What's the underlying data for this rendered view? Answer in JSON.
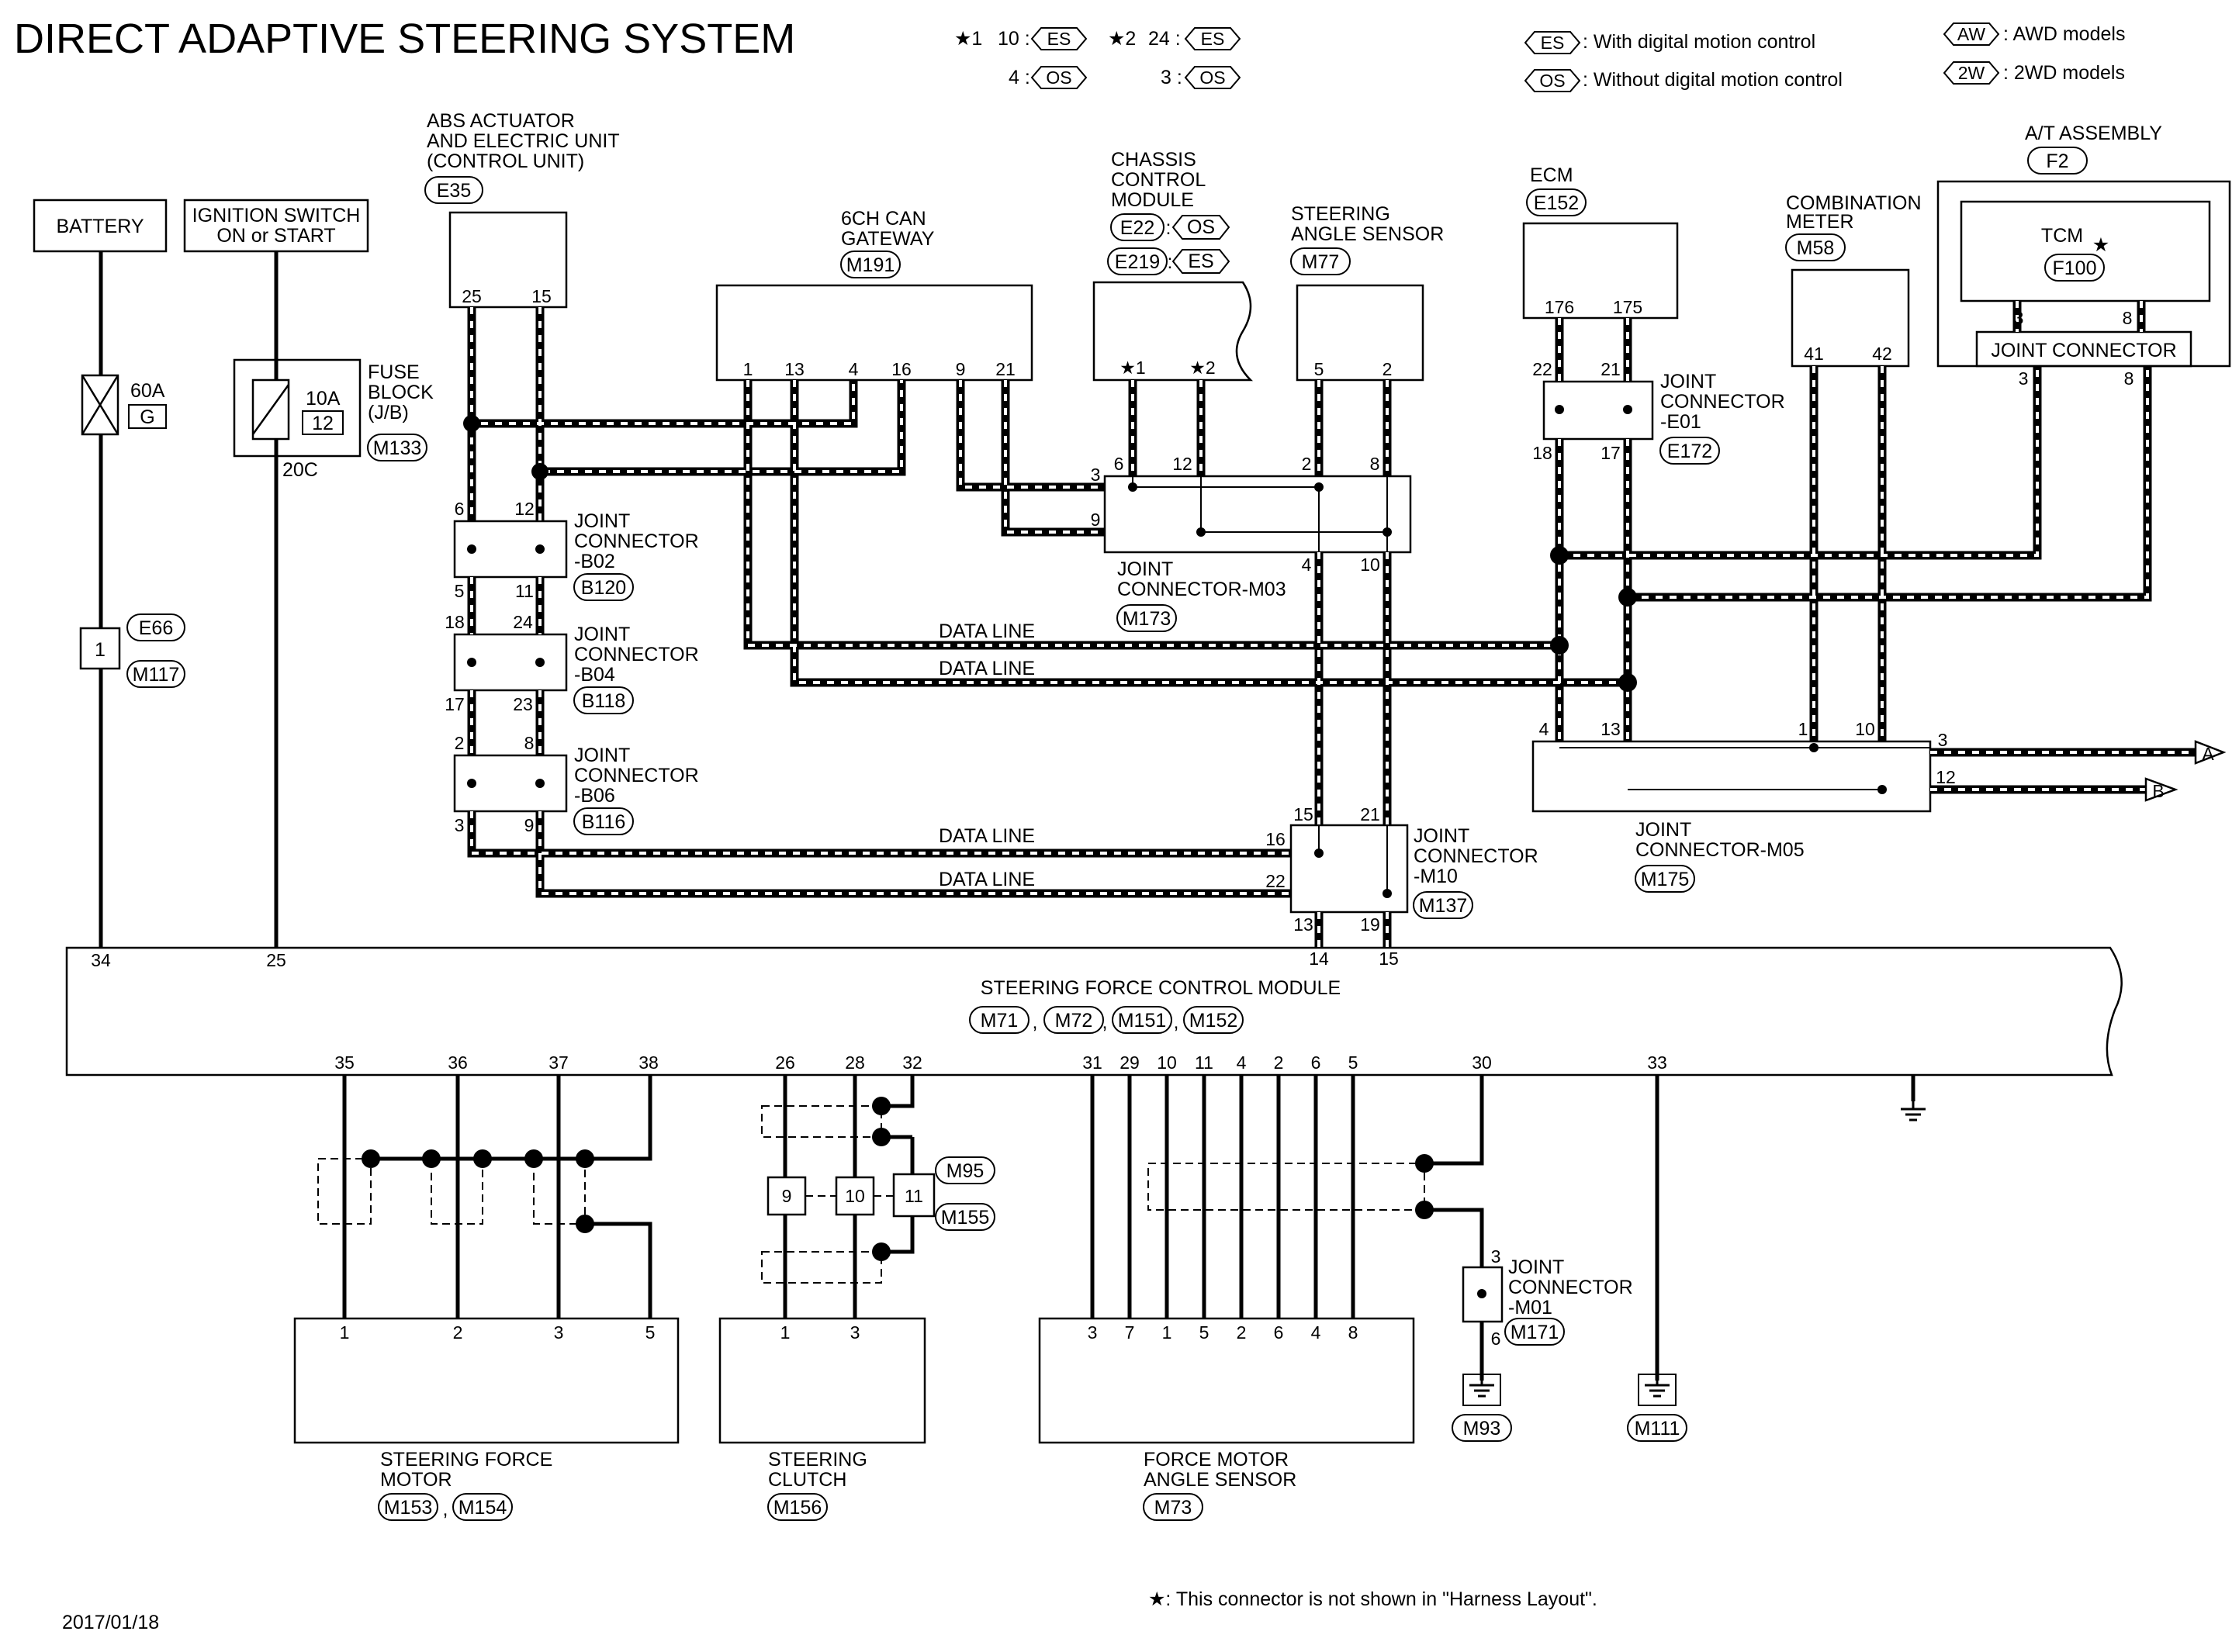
{
  "title": "DIRECT ADAPTIVE STEERING SYSTEM",
  "date": "2017/01/18",
  "footnote": "★: This connector is not shown in \"Harness Layout\".",
  "legend": {
    "star1": "★1",
    "star1_es": "10 :",
    "star1_os": "4 :",
    "star2": "★2",
    "star2_es": "24 :",
    "star2_os": "3 :",
    "es_text": ": With digital motion control",
    "os_text": ": Without digital motion control",
    "aw_text": ": AWD models",
    "w2_text": ": 2WD models",
    "es": "ES",
    "os": "OS",
    "aw": "AW",
    "w2": "2W"
  },
  "components": {
    "battery": "BATTERY",
    "ign_1": "IGNITION SWITCH",
    "ign_2": "ON or START",
    "fuse60": "60A",
    "fuse60_g": "G",
    "fuseblock_1": "FUSE",
    "fuseblock_2": "BLOCK",
    "fuseblock_3": "(J/B)",
    "fuse10": "10A",
    "fuse10_no": "12",
    "fuse_20c": "20C",
    "m133": "M133",
    "e66": "E66",
    "m117": "M117",
    "e66_pin": "1",
    "abs_1": "ABS ACTUATOR",
    "abs_2": "AND ELECTRIC UNIT",
    "abs_3": "(CONTROL UNIT)",
    "e35": "E35",
    "gw_1": "6CH CAN",
    "gw_2": "GATEWAY",
    "m191": "M191",
    "ccm_1": "CHASSIS",
    "ccm_2": "CONTROL",
    "ccm_3": "MODULE",
    "e22": "E22",
    "e219": "E219",
    "sas_1": "STEERING",
    "sas_2": "ANGLE SENSOR",
    "m77": "M77",
    "ecm": "ECM",
    "e152": "E152",
    "cm_1": "COMBINATION",
    "cm_2": "METER",
    "m58": "M58",
    "at_1": "A/T ASSEMBLY",
    "f2": "F2",
    "tcm": "TCM",
    "f100": "F100",
    "at_jc": "JOINT CONNECTOR",
    "jc": "JOINT",
    "conn": "CONNECTOR",
    "b02": "-B02",
    "b120": "B120",
    "b04": "-B04",
    "b118": "B118",
    "b06": "-B06",
    "b116": "B116",
    "e01": "-E01",
    "e172": "E172",
    "m03": "CONNECTOR-M03",
    "m173": "M173",
    "m10": "-M10",
    "m137": "M137",
    "m05": "CONNECTOR-M05",
    "m175": "M175",
    "sfcm": "STEERING FORCE CONTROL MODULE",
    "m71": "M71",
    "m72": "M72",
    "m151": "M151",
    "m152": "M152",
    "sfm_1": "STEERING FORCE",
    "sfm_2": "MOTOR",
    "m153": "M153",
    "m154": "M154",
    "sc_1": "STEERING",
    "sc_2": "CLUTCH",
    "m156": "M156",
    "fmas_1": "FORCE MOTOR",
    "fmas_2": "ANGLE SENSOR",
    "m73": "M73",
    "m95": "M95",
    "m155": "M155",
    "m01": "-M01",
    "m171": "M171",
    "m93": "M93",
    "m111": "M111",
    "data_line": "DATA LINE",
    "arrow_a": "A",
    "arrow_b": "B",
    "comma": ","
  },
  "pins": {
    "abs": [
      "25",
      "15"
    ],
    "gw": [
      "1",
      "13",
      "4",
      "16",
      "9",
      "21"
    ],
    "ccm": [
      "★1",
      "★2"
    ],
    "sas": [
      "5",
      "2"
    ],
    "ecm": [
      "176",
      "175"
    ],
    "cm": [
      "41",
      "42"
    ],
    "tcm": [
      "3",
      "8"
    ],
    "atjc": [
      "3",
      "8"
    ],
    "b02": [
      "6",
      "12",
      "5",
      "11"
    ],
    "b04": [
      "18",
      "24",
      "17",
      "23"
    ],
    "b06": [
      "2",
      "8",
      "3",
      "9"
    ],
    "e01": [
      "22",
      "21",
      "18",
      "17"
    ],
    "m03": [
      "3",
      "6",
      "12",
      "2",
      "8",
      "9",
      "4",
      "10"
    ],
    "m10": [
      "15",
      "21",
      "16",
      "22",
      "13",
      "19",
      "14",
      "15"
    ],
    "m05": [
      "4",
      "13",
      "1",
      "10",
      "3",
      "12"
    ],
    "sfcm_top": [
      "34",
      "25"
    ],
    "sfcm_bottom": [
      "35",
      "36",
      "37",
      "38",
      "26",
      "28",
      "32",
      "31",
      "29",
      "10",
      "11",
      "4",
      "2",
      "6",
      "5",
      "30",
      "33"
    ],
    "sfm": [
      "1",
      "2",
      "3",
      "5"
    ],
    "sc": [
      "1",
      "3"
    ],
    "m95": [
      "9",
      "10",
      "11"
    ],
    "fmas": [
      "3",
      "7",
      "1",
      "5",
      "2",
      "6",
      "4",
      "8"
    ],
    "m01": [
      "3",
      "6"
    ]
  },
  "colors": {
    "ink": "#000000",
    "background": "#ffffff"
  }
}
